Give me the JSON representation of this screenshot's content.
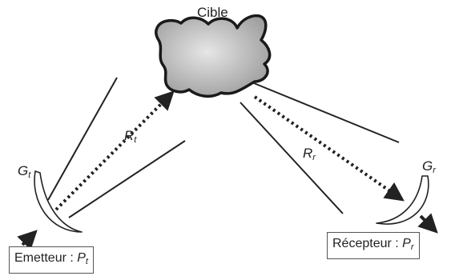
{
  "diagram": {
    "target_label": "Cible",
    "emitter": {
      "text": "Emetteur : ",
      "symbol": "P",
      "sub": "t"
    },
    "receiver": {
      "text": "Récepteur : ",
      "symbol": "P",
      "sub": "r"
    },
    "gain_emitter": {
      "symbol": "G",
      "sub": "t"
    },
    "gain_receiver": {
      "symbol": "G",
      "sub": "r"
    },
    "range_emitter": {
      "symbol": "R",
      "sub": "t"
    },
    "range_receiver": {
      "symbol": "R",
      "sub": "r"
    },
    "colors": {
      "line": "#222222",
      "target_fill": "#bdbdbd",
      "target_stroke": "#1a1a1a",
      "dish_fill": "#ffffff"
    }
  }
}
